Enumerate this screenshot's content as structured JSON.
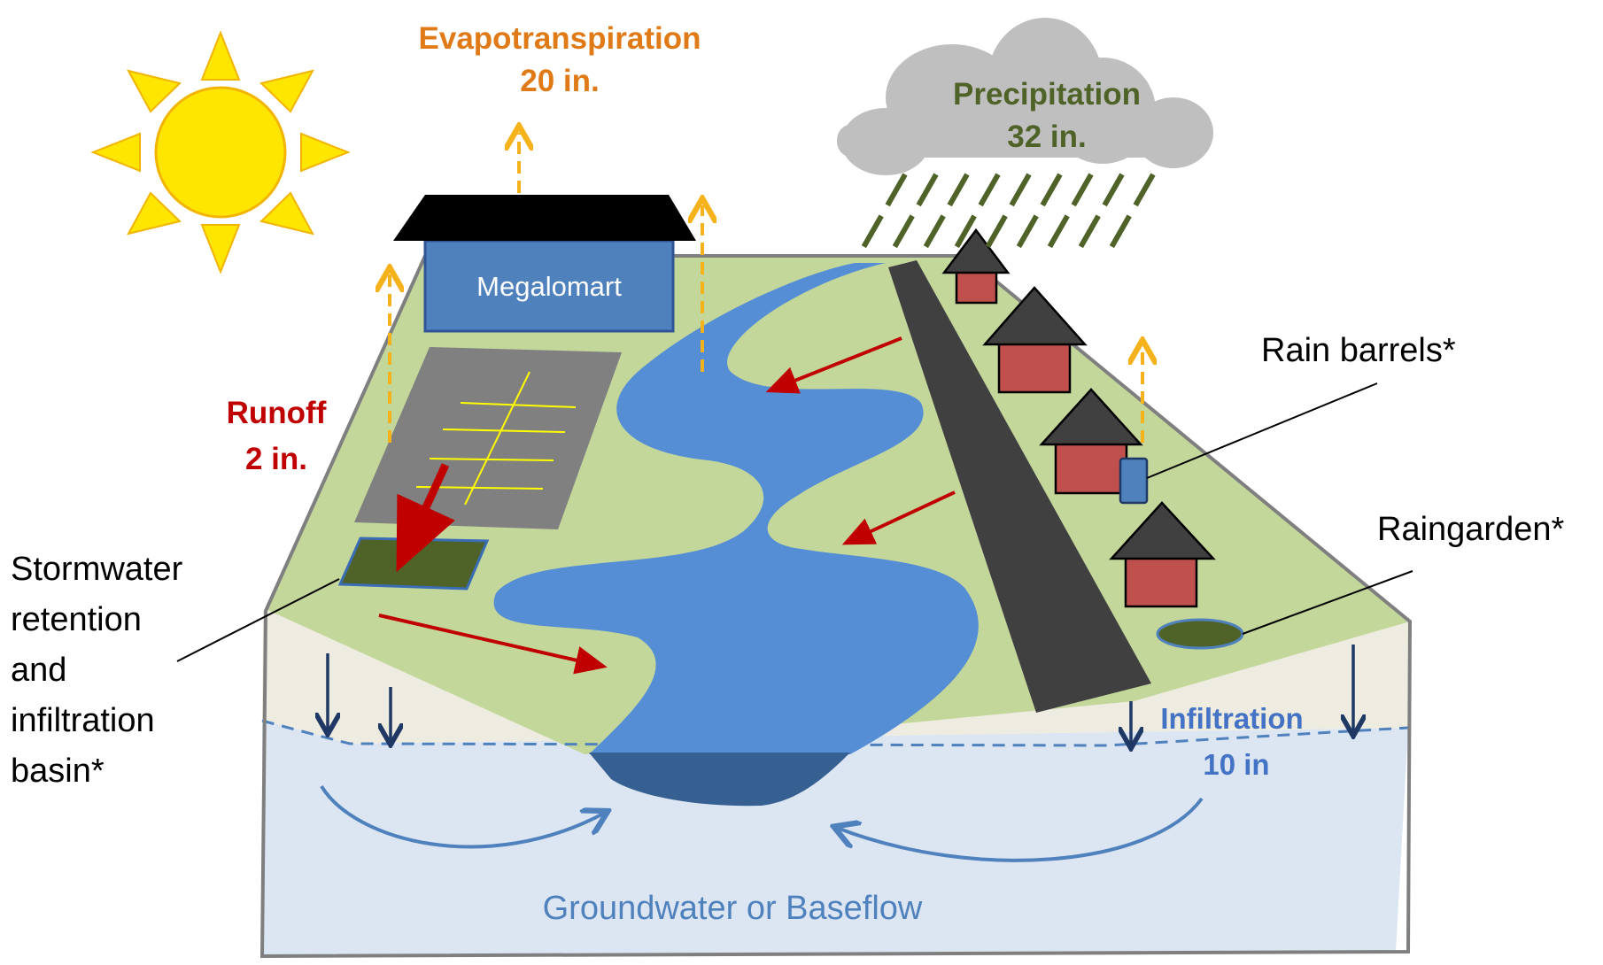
{
  "labels": {
    "evapotranspiration": "Evapotranspiration",
    "evapotranspiration_value": "20 in.",
    "precipitation": "Precipitation",
    "precipitation_value": "32 in.",
    "runoff": "Runoff",
    "runoff_value": "2 in.",
    "store_name": "Megalomart",
    "rain_barrels": "Rain barrels*",
    "raingarden": "Raingarden*",
    "stormwater_lines": [
      "Stormwater",
      "retention",
      "and",
      "infiltration",
      "basin*"
    ],
    "infiltration": "Infiltration",
    "infiltration_value": "10 in",
    "groundwater": "Groundwater or Baseflow"
  },
  "colors": {
    "sun": "#FFE600",
    "sun_outline": "#F2B400",
    "evapotranspiration_text": "#E07A17",
    "evapotranspiration_arrow": "#F5B21B",
    "precipitation_text": "#4F6228",
    "rain": "#4F6228",
    "cloud": "#BFBFBF",
    "runoff": "#C00000",
    "land": "#C4D79B",
    "river": "#558ED5",
    "river_deep": "#376092",
    "soil": "#EEECE1",
    "groundwater": "#DCE6F2",
    "groundwater_text": "#4F81BD",
    "infiltration_text": "#4472C4",
    "infiltration_arrow": "#1F3864",
    "house_roof": "#404040",
    "house_wall": "#C0504D",
    "road": "#404040",
    "parking": "#808080",
    "parking_lines": "#FFFF00",
    "basin": "#4F6228",
    "basin_outline": "#3A6DB5",
    "store_wall": "#4F81BD",
    "store_roof": "#000000"
  }
}
